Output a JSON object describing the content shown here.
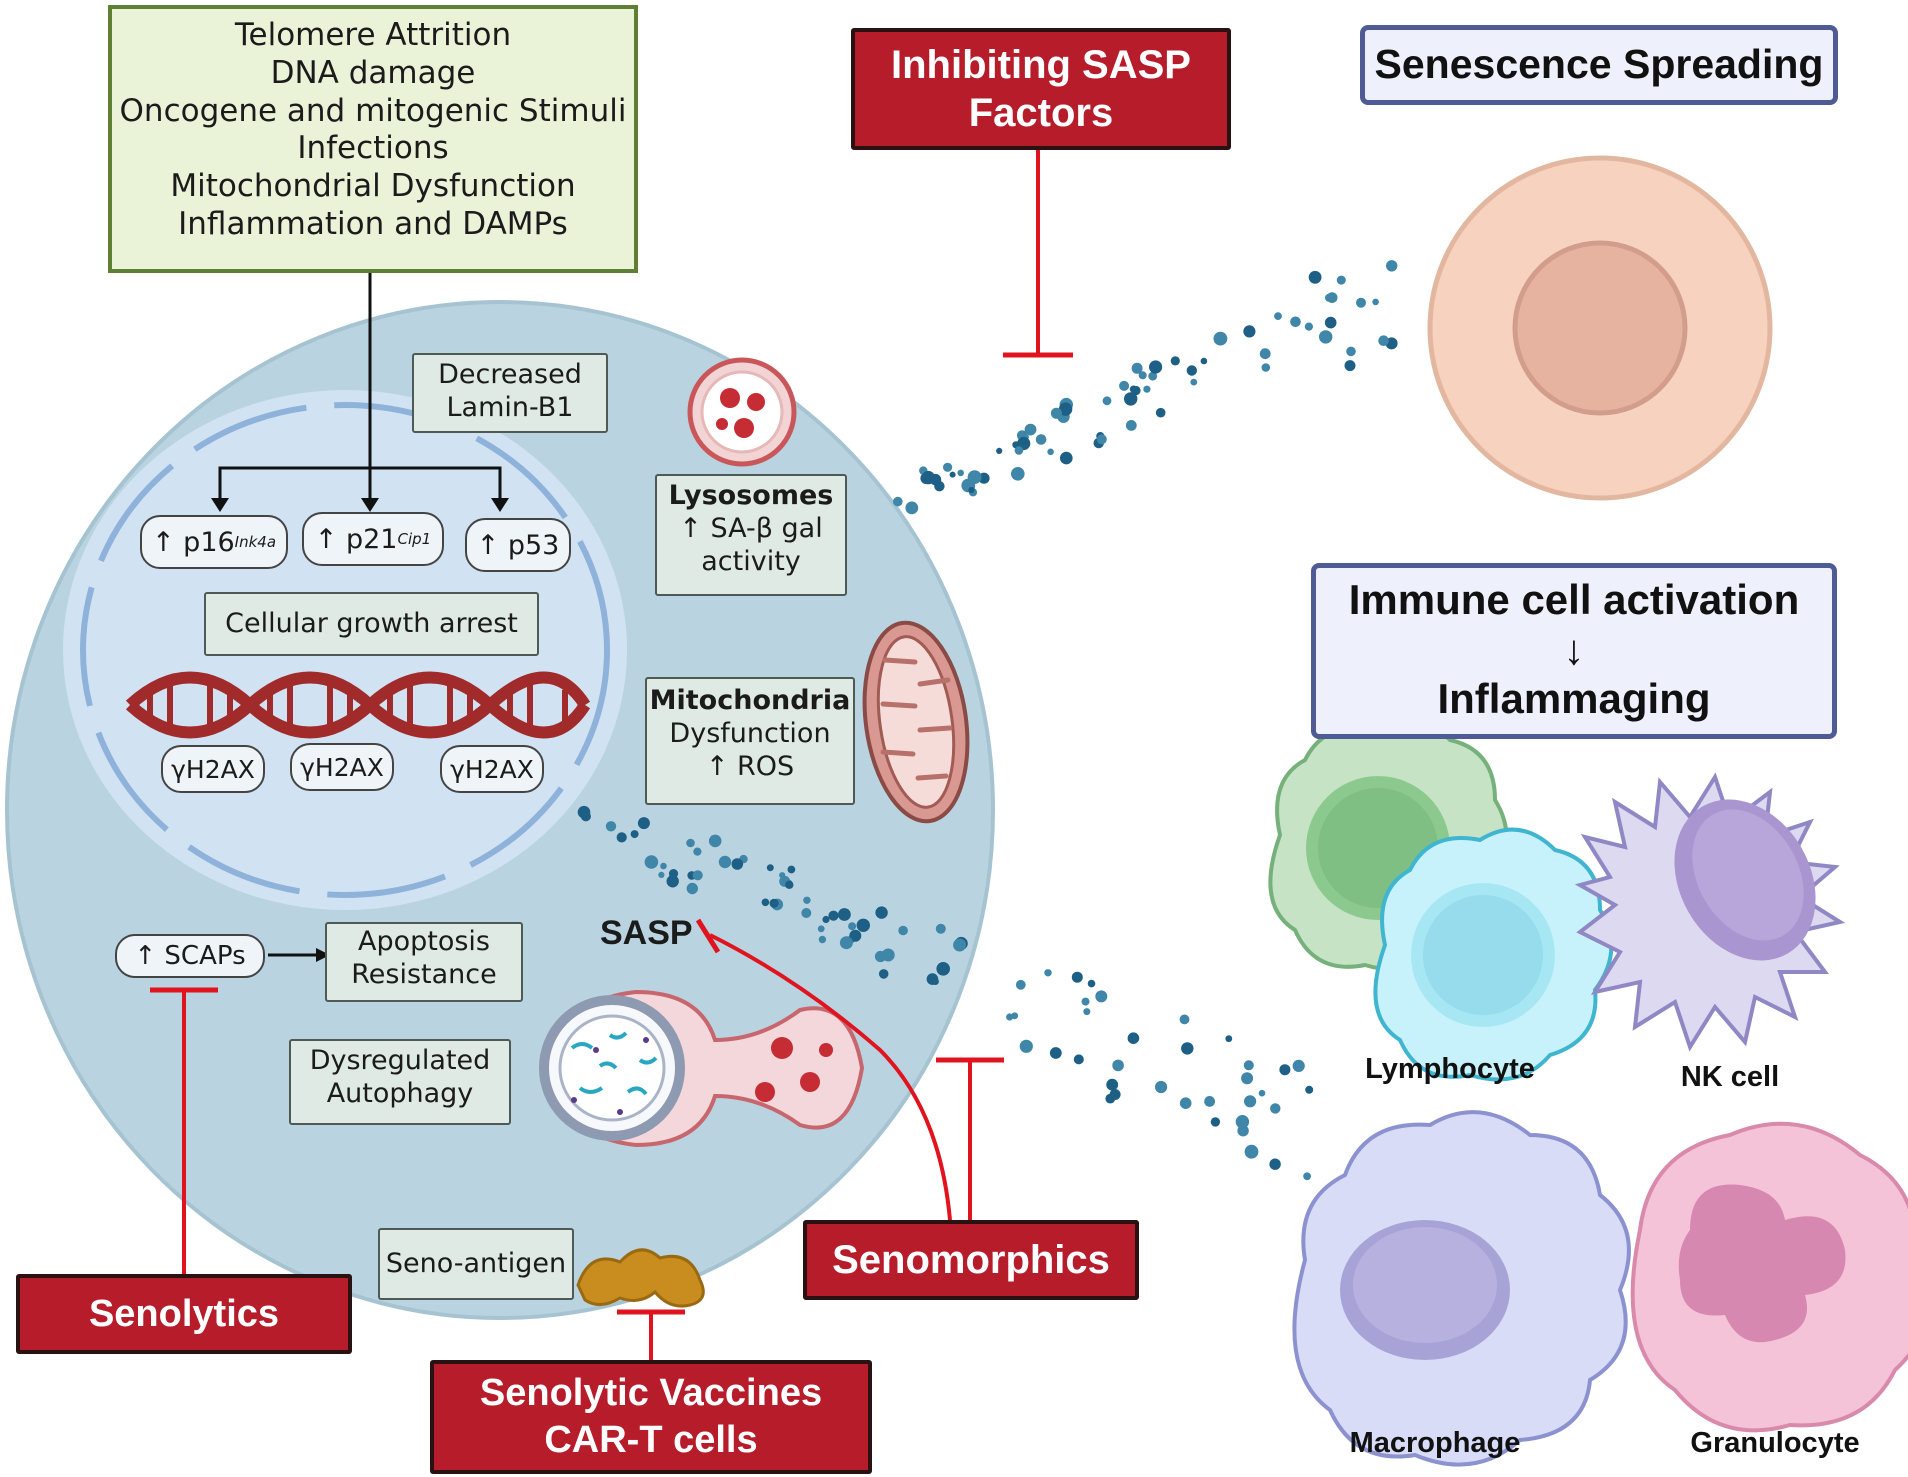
{
  "inducers": {
    "items": [
      "Telomere Attrition",
      "DNA damage",
      "Oncogene and mitogenic Stimuli",
      "Infections",
      "Mitochondrial Dysfunction",
      "Inflammation and DAMPs"
    ]
  },
  "nucleus": {
    "lamin_line1": "Decreased",
    "lamin_line2": "Lamin-B1",
    "p16_prefix": "↑ p16",
    "p16_sup": "Ink4a",
    "p21_prefix": "↑ p21",
    "p21_sup": "Cip1",
    "p53": "↑ p53",
    "growth_arrest": "Cellular growth arrest",
    "h2ax": [
      "γH2AX",
      "γH2AX",
      "γH2AX"
    ]
  },
  "lysosomes": {
    "title": "Lysosomes",
    "line2": "↑ SA-β gal",
    "line3": "activity"
  },
  "mitochondria": {
    "title": "Mitochondria",
    "line2": "Dysfunction",
    "line3": "↑  ROS"
  },
  "scaps": "↑  SCAPs",
  "apoptosis": {
    "line1": "Apoptosis",
    "line2": "Resistance"
  },
  "autophagy": {
    "line1": "Dysregulated",
    "line2": "Autophagy"
  },
  "sasp": "SASP",
  "seno_antigen": "Seno-antigen",
  "therapies": {
    "inhibiting_sasp_line1": "Inhibiting SASP",
    "inhibiting_sasp_line2": "Factors",
    "senolytics": "Senolytics",
    "senomorphics": "Senomorphics",
    "vaccines_line1": "Senolytic Vaccines",
    "vaccines_line2": "CAR-T cells"
  },
  "senescence_spreading": "Senescence Spreading",
  "immune": {
    "line1": "Immune cell activation",
    "arrow": "↓",
    "line2": "Inflammaging"
  },
  "cells": {
    "lymphocyte": "Lymphocyte",
    "nk_cell": "NK cell",
    "macrophage": "Macrophage",
    "granulocyte": "Granulocyte"
  },
  "colors": {
    "cell_body": "#b9d4e0",
    "nucleus": "#d1e3f2",
    "inhibitor": "#e0141e",
    "therapy_box": "#b71c2a",
    "sasp_dot": "#1e5f86"
  }
}
